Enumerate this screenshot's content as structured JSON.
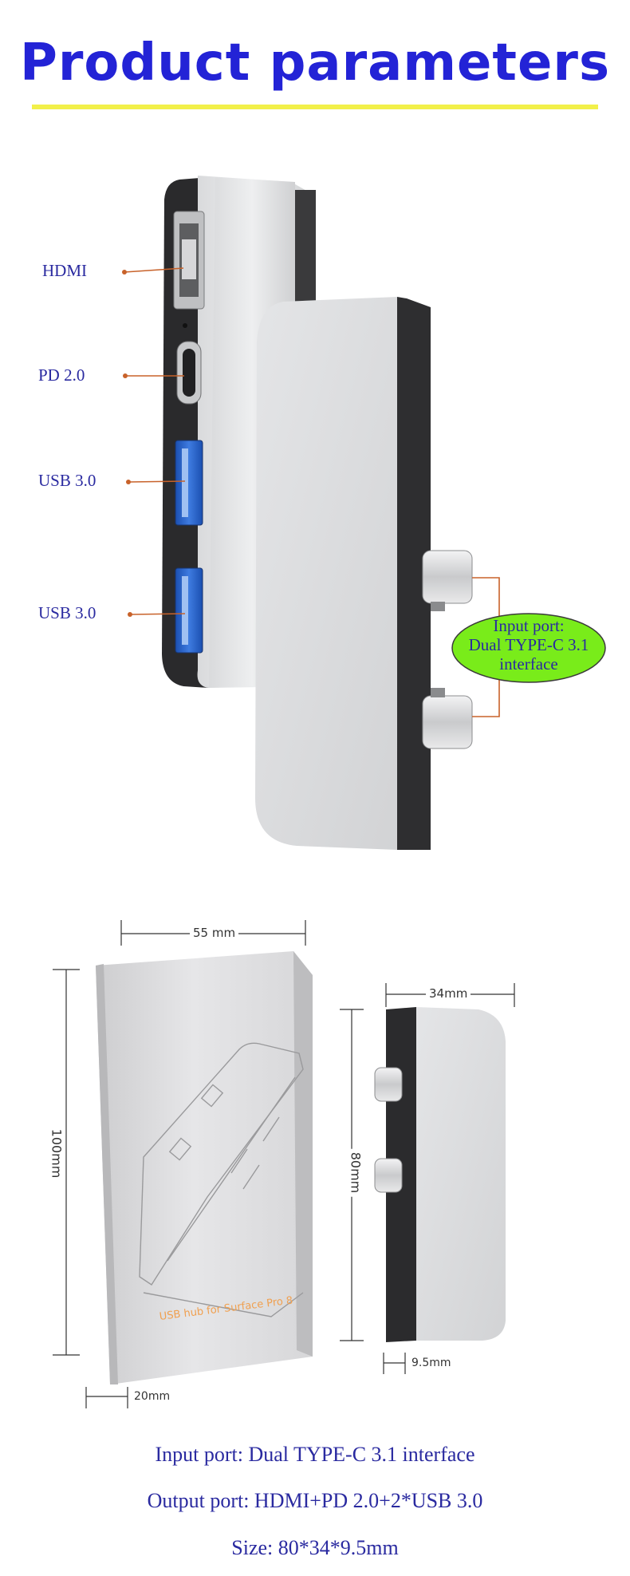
{
  "title": "Product parameters",
  "ports": {
    "hdmi": "HDMI",
    "pd": "PD 2.0",
    "usb1": "USB 3.0",
    "usb2": "USB 3.0"
  },
  "input_port_callout": {
    "line1": "Input port:",
    "line2": "Dual TYPE-C 3.1",
    "line3": "interface"
  },
  "dimensions": {
    "box_width": "55 mm",
    "box_height": "100mm",
    "box_depth": "20mm",
    "device_width": "34mm",
    "device_height": "80mm",
    "device_depth": "9.5mm"
  },
  "box_caption": "USB hub for Surface Pro 8",
  "specs": {
    "input": "Input port: Dual TYPE-C 3.1 interface",
    "output": "Output port: HDMI+PD 2.0+2*USB 3.0",
    "size": "Size: 80*34*9.5mm"
  },
  "colors": {
    "title_blue": "#2323d6",
    "rule_yellow": "#f2f04a",
    "leader_orange": "#c8622a",
    "callout_green": "#79ec1a",
    "text_blue": "#2a2aa0"
  }
}
